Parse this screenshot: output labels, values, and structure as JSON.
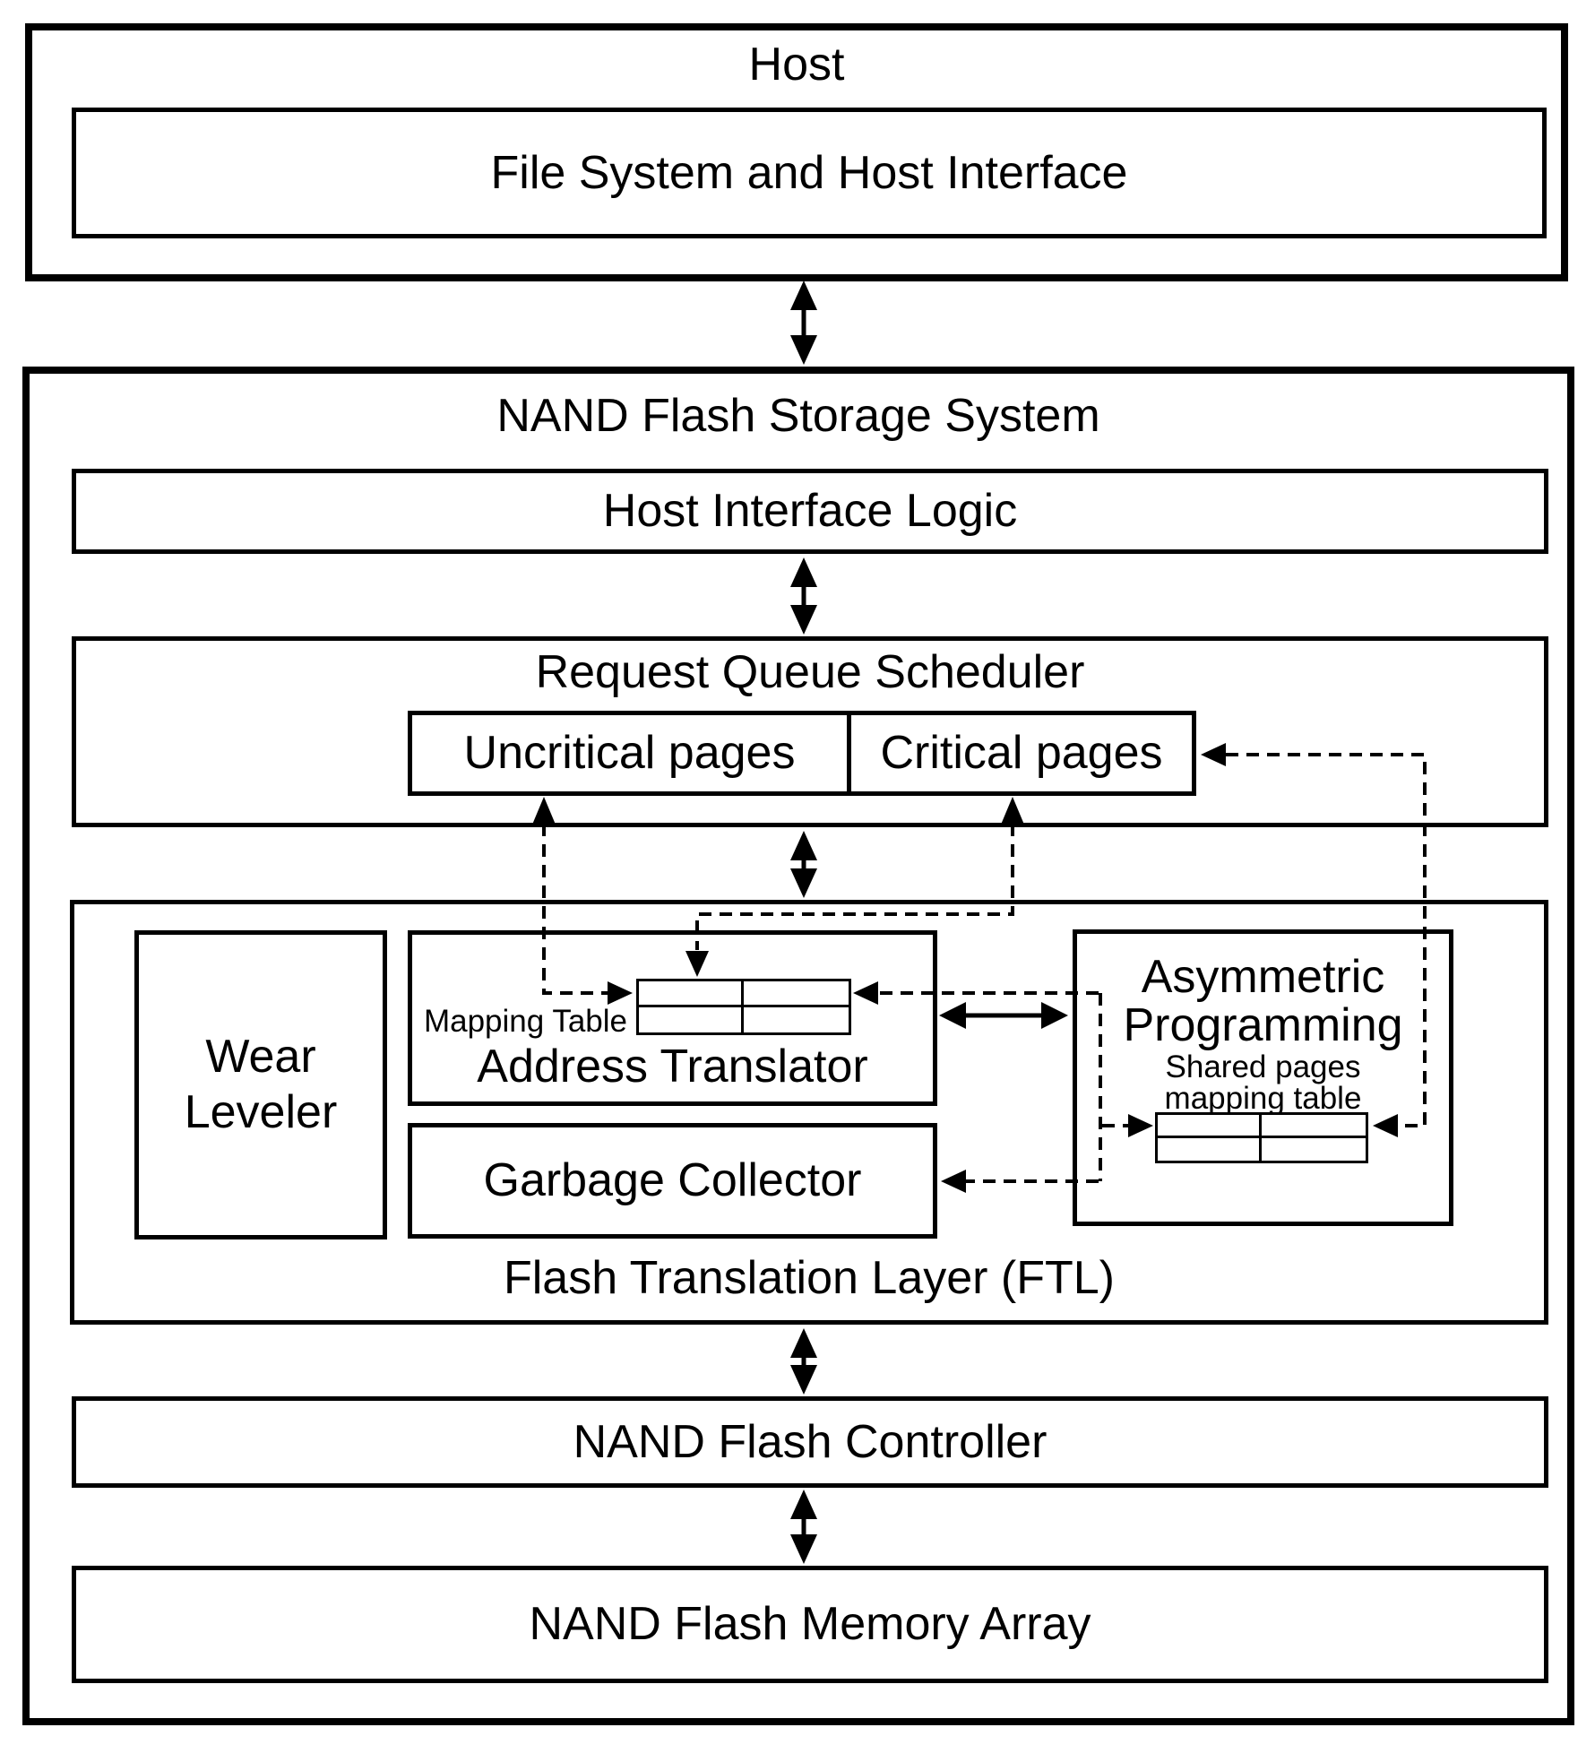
{
  "diagram": {
    "host": {
      "title": "Host",
      "file_system_label": "File System and Host Interface"
    },
    "storage_system": {
      "title": "NAND Flash Storage System",
      "host_interface_logic_label": "Host Interface Logic",
      "request_queue_scheduler": {
        "title": "Request Queue Scheduler",
        "uncritical_queue_label": "Uncritical pages",
        "critical_queue_label": "Critical pages"
      },
      "ftl": {
        "title": "Flash Translation Layer (FTL)",
        "wear_leveler_line1": "Wear",
        "wear_leveler_line2": "Leveler",
        "address_translator_label": "Address Translator",
        "mapping_table_label": "Mapping Table",
        "garbage_collector_label": "Garbage Collector",
        "asymmetric_line1": "Asymmetric",
        "asymmetric_line2": "Programming",
        "shared_pages_line1": "Shared pages",
        "shared_pages_line2": "mapping table"
      },
      "controller_label": "NAND Flash Controller",
      "memory_array_label": "NAND Flash Memory Array"
    },
    "colors": {
      "line": "#000000",
      "background": "#ffffff"
    }
  }
}
